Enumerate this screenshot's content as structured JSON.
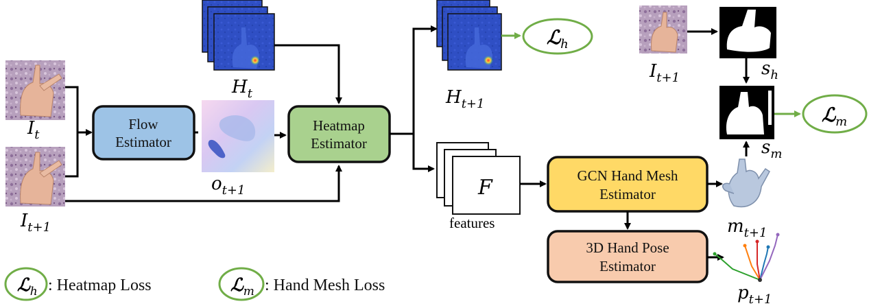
{
  "inputs": {
    "frame_t": {
      "symbol": "I",
      "sub": "t"
    },
    "frame_t1": {
      "symbol": "I",
      "sub": "t+1"
    },
    "frame_t1_right": {
      "symbol": "I",
      "sub": "t+1"
    }
  },
  "modules": {
    "flow": {
      "line1": "Flow",
      "line2": "Estimator",
      "color": "#9dc3e6"
    },
    "heatmap": {
      "line1": "Heatmap",
      "line2": "Estimator",
      "color": "#a9d18e"
    },
    "gcn": {
      "line1": "GCN Hand Mesh",
      "line2": "Estimator",
      "color": "#ffd966"
    },
    "pose": {
      "line1": "3D Hand Pose",
      "line2": "Estimator",
      "color": "#f8cbad"
    }
  },
  "variables": {
    "flow_out": {
      "symbol": "o",
      "sub": "t+1"
    },
    "heat_in": {
      "symbol": "H",
      "sub": "t"
    },
    "heat_out": {
      "symbol": "H",
      "sub": "t+1"
    },
    "features_symbol": "F",
    "features_label": "features",
    "sil_gt": {
      "symbol": "s",
      "sub": "h"
    },
    "sil_pred": {
      "symbol": "s",
      "sub": "m"
    },
    "mesh_out": {
      "symbol": "m",
      "sub": "t+1"
    },
    "pose_out": {
      "symbol": "p",
      "sub": "t+1"
    }
  },
  "losses": {
    "heatmap": {
      "symbol": "ℒ",
      "sub": "h"
    },
    "mesh": {
      "symbol": "ℒ",
      "sub": "m"
    }
  },
  "legend": {
    "heatmap_text": ": Heatmap Loss",
    "mesh_text": ": Hand Mesh Loss"
  },
  "colors": {
    "loss_ellipse": "#70ad47",
    "arrow": "#000000",
    "heatmap_bg": "#2f4fc4",
    "image_bg": "#b7a0bd"
  }
}
